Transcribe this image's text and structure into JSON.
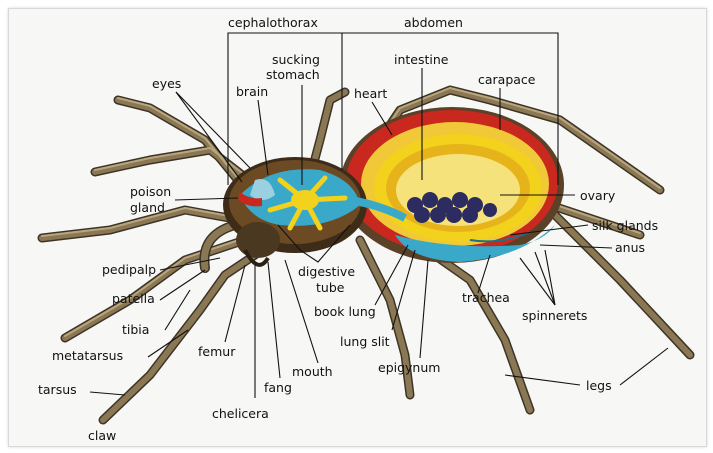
{
  "labels": {
    "cephalothorax": "cephalothorax",
    "abdomen": "abdomen",
    "eyes": "eyes",
    "brain": "brain",
    "sucking_stomach_1": "sucking",
    "sucking_stomach_2": "stomach",
    "intestine": "intestine",
    "heart": "heart",
    "carapace": "carapace",
    "ovary": "ovary",
    "silk_glands": "silk glands",
    "anus": "anus",
    "poison_gland_1": "poison",
    "poison_gland_2": "gland",
    "pedipalp": "pedipalp",
    "patella": "patella",
    "tibia": "tibia",
    "metatarsus": "metatarsus",
    "tarsus": "tarsus",
    "claw": "claw",
    "femur": "femur",
    "fang": "fang",
    "chelicera": "chelicera",
    "mouth": "mouth",
    "digestive_tube_1": "digestive",
    "digestive_tube_2": "tube",
    "book_lung": "book lung",
    "lung_slit": "lung slit",
    "epigynum": "epigynum",
    "trachea": "trachea",
    "spinnerets": "spinnerets",
    "legs": "legs"
  },
  "colors": {
    "leg": "#7a6a4c",
    "leg_dark": "#3e3426",
    "abdomen_red": "#c8281e",
    "abdomen_yellow": "#f2d21c",
    "gut_blue": "#3aa9c9",
    "ovary_purple": "#2c2c60",
    "cephalo_brown": "#5a4128"
  }
}
